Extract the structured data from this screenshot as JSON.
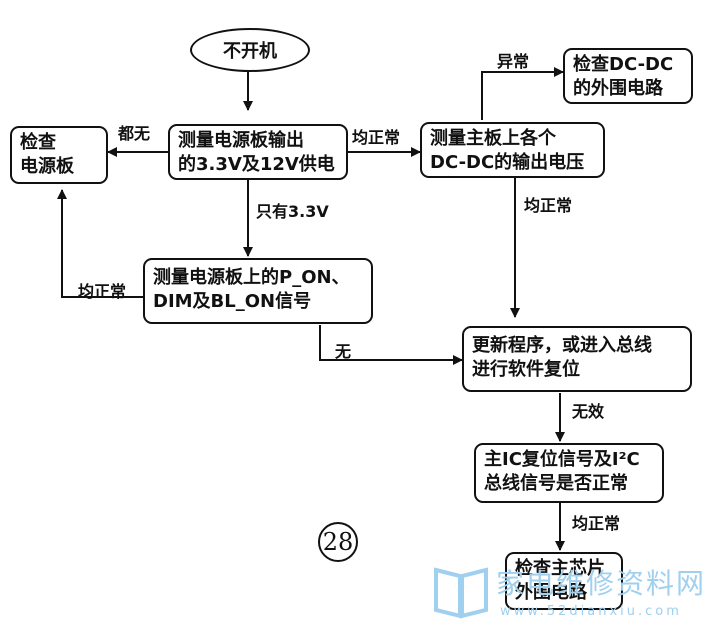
{
  "diagram": {
    "start": "不开机",
    "boxes": {
      "check_power_board": [
        "检查",
        "电源板"
      ],
      "measure_supply": [
        "测量电源板输出",
        "的3.3V及12V供电"
      ],
      "measure_dcdc": [
        "测量主板上各个",
        "DC-DC的输出电压"
      ],
      "check_dcdc_periph": [
        "检查DC-DC",
        "的外围电路"
      ],
      "measure_signals": [
        "测量电源板上的P_ON、",
        "DIM及BL_ON信号"
      ],
      "update_program": [
        "更新程序，或进入总线",
        "进行软件复位"
      ],
      "check_reset": [
        "主IC复位信号及I²C",
        "总线信号是否正常"
      ],
      "check_main_chip": [
        "检查主芯片",
        "外围电路"
      ]
    },
    "edge_labels": {
      "all_none": "都无",
      "all_normal_1": "均正常",
      "abnormal": "异常",
      "all_normal_2": "均正常",
      "only_33v": "只有3.3V",
      "all_normal_3": "均正常",
      "none": "无",
      "invalid": "无效",
      "all_normal_4": "均正常"
    },
    "figure_number": "28"
  },
  "watermark": {
    "title": "家电维修资料网",
    "url": "www.52dianxiu.com"
  }
}
